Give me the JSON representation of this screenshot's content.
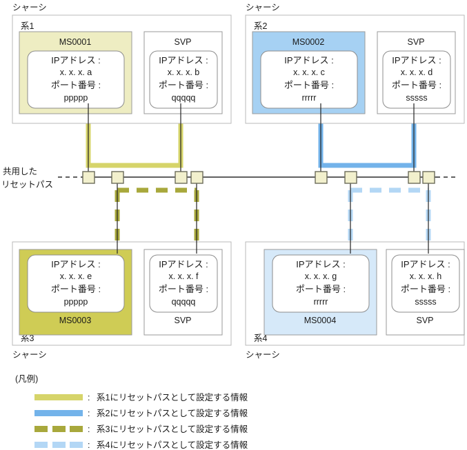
{
  "figure": {
    "shared_path_label_line1": "共用した",
    "shared_path_label_line2": "リセットパス",
    "chassis_label": "シャーシ"
  },
  "colors": {
    "kei1": "#d6d46a",
    "kei2": "#73b3ea",
    "kei3": "#a8a83c",
    "kei4": "#b3d7f5",
    "ms0001_fill": "#eeedc2",
    "ms0002_fill": "#a6d1f3",
    "ms0003_fill": "#cfcc55",
    "ms0004_fill": "#d6e9f9",
    "svp_fill": "#ffffff",
    "connector_fill": "#f2f0cd",
    "chassis_border": "#b9b9b9"
  },
  "fields": {
    "ip_label": "IPアドレス :",
    "port_label": "ポート番号 :"
  },
  "quadrants": [
    {
      "id": "kei1",
      "chassis_label": "シャーシ",
      "system_label": "系1",
      "units": [
        {
          "name": "MS0001",
          "name_position": "top",
          "ip": "x. x. x. a",
          "port": "ppppp",
          "fill_key": "ms0001_fill"
        },
        {
          "name": "SVP",
          "name_position": "top",
          "ip": "x. x. x. b",
          "port": "qqqqq",
          "fill_key": "svp_fill"
        }
      ]
    },
    {
      "id": "kei2",
      "chassis_label": "シャーシ",
      "system_label": "系2",
      "units": [
        {
          "name": "MS0002",
          "name_position": "top",
          "ip": "x. x. x. c",
          "port": "rrrrr",
          "fill_key": "ms0002_fill"
        },
        {
          "name": "SVP",
          "name_position": "top",
          "ip": "x. x. x. d",
          "port": "sssss",
          "fill_key": "svp_fill"
        }
      ]
    },
    {
      "id": "kei3",
      "chassis_label": "シャーシ",
      "system_label": "系3",
      "units": [
        {
          "name": "MS0003",
          "name_position": "bottom",
          "ip": "x. x. x. e",
          "port": "ppppp",
          "fill_key": "ms0003_fill"
        },
        {
          "name": "SVP",
          "name_position": "bottom",
          "ip": "x. x. x. f",
          "port": "qqqqq",
          "fill_key": "svp_fill"
        }
      ]
    },
    {
      "id": "kei4",
      "chassis_label": "シャーシ",
      "system_label": "系4",
      "units": [
        {
          "name": "MS0004",
          "name_position": "bottom",
          "ip": "x. x. x. g",
          "port": "rrrrr",
          "fill_key": "ms0004_fill"
        },
        {
          "name": "SVP",
          "name_position": "bottom",
          "ip": "x. x. x. h",
          "port": "sssss",
          "fill_key": "svp_fill"
        }
      ]
    }
  ],
  "legend": {
    "title": "(凡例)",
    "items": [
      {
        "style": "solid",
        "color_key": "kei1",
        "separator": ":",
        "text": "系1にリセットパスとして設定する情報"
      },
      {
        "style": "solid",
        "color_key": "kei2",
        "separator": ":",
        "text": "系2にリセットパスとして設定する情報"
      },
      {
        "style": "dashed",
        "color_key": "kei3",
        "separator": ":",
        "text": "系3にリセットパスとして設定する情報"
      },
      {
        "style": "dashed",
        "color_key": "kei4",
        "separator": ":",
        "text": "系4にリセットパスとして設定する情報"
      }
    ]
  }
}
